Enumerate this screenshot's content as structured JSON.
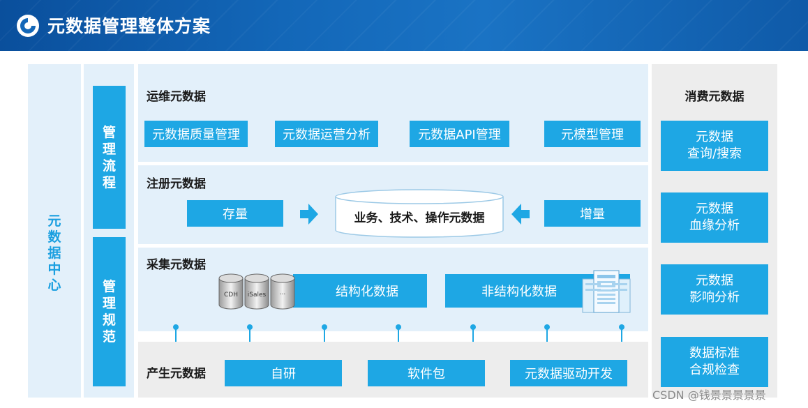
{
  "header": {
    "title": "元数据管理整体方案"
  },
  "left": {
    "label": "元数据中心"
  },
  "process": {
    "items": [
      "管理流程",
      "管理规范"
    ]
  },
  "ops": {
    "title": "运维元数据",
    "items": [
      "元数据质量管理",
      "元数据运营分析",
      "元数据API管理",
      "元模型管理"
    ]
  },
  "register": {
    "title": "注册元数据",
    "stock": "存量",
    "center": "业务、技术、操作元数据",
    "increment": "增量"
  },
  "collect": {
    "title": "采集元数据",
    "structured": "结构化数据",
    "unstructured": "非结构化数据",
    "db_labels": [
      "CDH",
      "iSales",
      "..."
    ]
  },
  "produce": {
    "title": "产生元数据",
    "items": [
      "自研",
      "软件包",
      "元数据驱动开发"
    ]
  },
  "consume": {
    "title": "消费元数据",
    "items": [
      [
        "元数据",
        "查询/搜索"
      ],
      [
        "元数据",
        "血缘分析"
      ],
      [
        "元数据",
        "影响分析"
      ],
      [
        "数据标准",
        "合规检查"
      ]
    ]
  },
  "watermark": "CSDN @钱景景景景景",
  "colors": {
    "accent": "#1ea7e4",
    "header": "#0f5aa8",
    "panel": "#e3f0fa",
    "side": "#ededed"
  }
}
